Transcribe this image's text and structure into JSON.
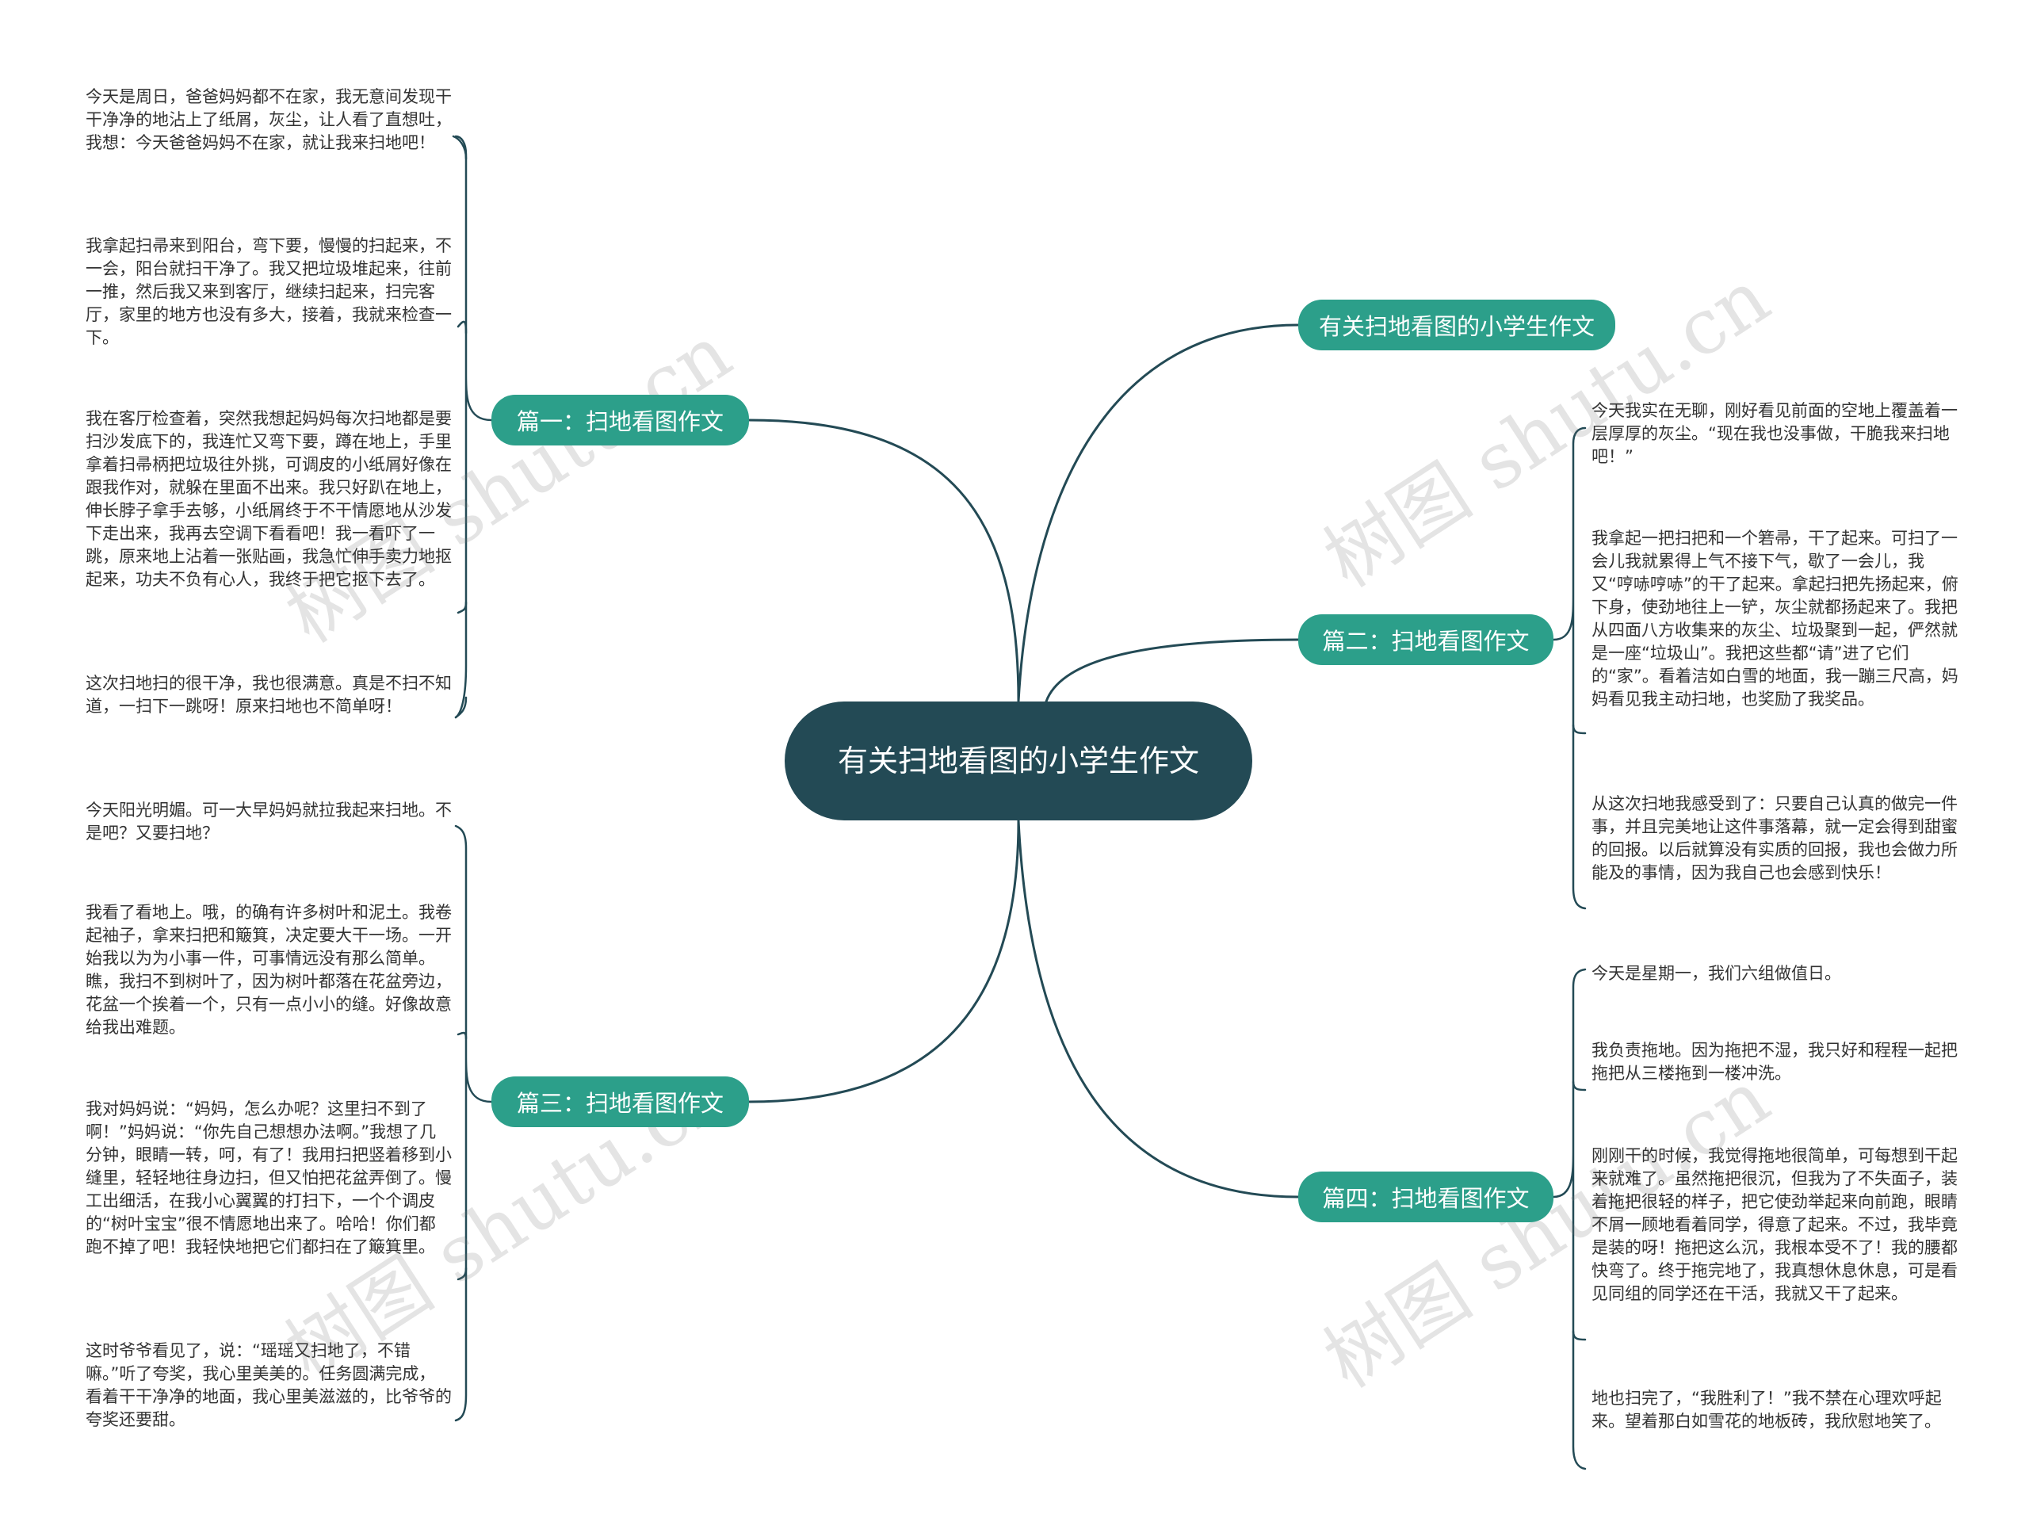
{
  "map": {
    "root": "有关扫地看图的小学生作文",
    "branches": [
      {
        "label": "有关扫地看图的小学生作文",
        "leaves": []
      },
      {
        "label": "篇一：扫地看图作文",
        "leaves": [
          "今天是周日，爸爸妈妈都不在家，我无意间发现干干净净的地沾上了纸屑，灰尘，让人看了直想吐，我想：今天爸爸妈妈不在家，就让我来扫地吧！",
          "我拿起扫帚来到阳台，弯下要，慢慢的扫起来，不一会，阳台就扫干净了。我又把垃圾堆起来，往前一推，然后我又来到客厅，继续扫起来，扫完客厅，家里的地方也没有多大，接着，我就来检查一下。",
          "我在客厅检查着，突然我想起妈妈每次扫地都是要扫沙发底下的，我连忙又弯下要，蹲在地上，手里拿着扫帚柄把垃圾往外挑，可调皮的小纸屑好像在跟我作对，就躲在里面不出来。我只好趴在地上，伸长脖子拿手去够，小纸屑终于不干情愿地从沙发下走出来，我再去空调下看看吧！我一看吓了一跳，原来地上沾着一张贴画，我急忙伸手卖力地抠起来，功夫不负有心人，我终于把它抠下去了。",
          "这次扫地扫的很干净，我也很满意。真是不扫不知道，一扫下一跳呀！原来扫地也不简单呀！"
        ]
      },
      {
        "label": "篇二：扫地看图作文",
        "leaves": [
          "今天我实在无聊，刚好看见前面的空地上覆盖着一层厚厚的灰尘。“现在我也没事做，干脆我来扫地吧！”",
          "我拿起一把扫把和一个箬帚，干了起来。可扫了一会儿我就累得上气不接下气，歇了一会儿，我又“哼哧哼哧”的干了起来。拿起扫把先扬起来，俯下身，使劲地往上一铲，灰尘就都扬起来了。我把从四面八方收集来的灰尘、垃圾聚到一起，俨然就是一座“垃圾山”。我把这些都“请”进了它们的“家”。看着洁如白雪的地面，我一蹦三尺高，妈妈看见我主动扫地，也奖励了我奖品。",
          "从这次扫地我感受到了：只要自己认真的做完一件事，并且完美地让这件事落幕，就一定会得到甜蜜的回报。以后就算没有实质的回报，我也会做力所能及的事情，因为我自己也会感到快乐！"
        ]
      },
      {
        "label": "篇三：扫地看图作文",
        "leaves": [
          "今天阳光明媚。可一大早妈妈就拉我起来扫地。不是吧？又要扫地？",
          "我看了看地上。哦，的确有许多树叶和泥土。我卷起袖子，拿来扫把和簸箕，决定要大干一场。一开始我以为为小事一件，可事情远没有那么简单。瞧，我扫不到树叶了，因为树叶都落在花盆旁边，花盆一个挨着一个，只有一点小小的缝。好像故意给我出难题。",
          "我对妈妈说：“妈妈，怎么办呢？这里扫不到了啊！”妈妈说：“你先自己想想办法啊。”我想了几分钟，眼睛一转，呵，有了！我用扫把竖着移到小缝里，轻轻地往身边扫，但又怕把花盆弄倒了。慢工出细活，在我小心翼翼的打扫下，一个个调皮的“树叶宝宝”很不情愿地出来了。哈哈！你们都跑不掉了吧！我轻快地把它们都扫在了簸箕里。",
          "这时爷爷看见了，说：“瑶瑶又扫地了，不错嘛。”听了夸奖，我心里美美的。任务圆满完成，看着干干净净的地面，我心里美滋滋的，比爷爷的夸奖还要甜。"
        ]
      },
      {
        "label": "篇四：扫地看图作文",
        "leaves": [
          "今天是星期一，我们六组做值日。",
          "我负责拖地。因为拖把不湿，我只好和程程一起把拖把从三楼拖到一楼冲洗。",
          "刚刚干的时候，我觉得拖地很简单，可每想到干起来就难了。虽然拖把很沉，但我为了不失面子，装着拖把很轻的样子，把它使劲举起来向前跑，眼睛不屑一顾地看着同学，得意了起来。不过，我毕竟是装的呀！拖把这么沉，我根本受不了！我的腰都快弯了。终于拖完地了，我真想休息休息，可是看见同组的同学还在干活，我就又干了起来。",
          "地也扫完了，“我胜利了！”我不禁在心理欢呼起来。望着那白如雪花的地板砖，我欣慰地笑了。"
        ]
      }
    ]
  },
  "watermark": {
    "text": "树图 shutu.cn"
  },
  "style": {
    "root_color": "#234a55",
    "branch_color": "#2c9f8a",
    "line_color": "#234a55",
    "leaf_bracket_color": "#234a55",
    "text_color": "#333333"
  }
}
